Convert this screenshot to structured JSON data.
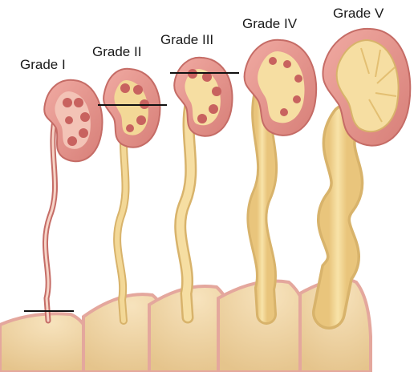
{
  "labels": {
    "grade_1": "Grade I",
    "grade_2": "Grade II",
    "grade_3": "Grade III",
    "grade_4": "Grade IV",
    "grade_5": "Grade V"
  },
  "colors": {
    "kidney_outer": "#e99a93",
    "kidney_edge": "#c56c66",
    "kidney_inner": "#f3c3b6",
    "papilla": "#c8625f",
    "urine": "#f3d897",
    "urine_edge": "#d8b36b",
    "bladder": "#f1d7a6",
    "bladder_wall": "#e4a79d",
    "marker_line": "#111111"
  }
}
